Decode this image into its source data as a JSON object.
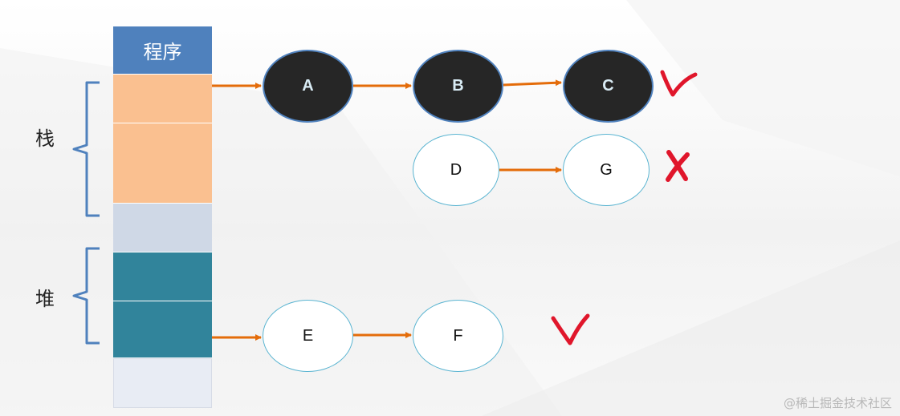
{
  "header_cell": {
    "label": "程序"
  },
  "brackets": {
    "stack_label": "栈",
    "heap_label": "堆"
  },
  "memory_cells": [
    {
      "name": "stack-cell-1",
      "color": "#fac090"
    },
    {
      "name": "stack-cell-2",
      "color": "#fac090"
    },
    {
      "name": "free-cell-1",
      "color": "#cfd8e6"
    },
    {
      "name": "heap-cell-1",
      "color": "#31849b"
    },
    {
      "name": "heap-cell-2",
      "color": "#31849b"
    },
    {
      "name": "free-cell-2",
      "color": "#e8ecf4"
    }
  ],
  "nodes": [
    {
      "id": "A",
      "label": "A",
      "reachable": true,
      "region": "stack"
    },
    {
      "id": "B",
      "label": "B",
      "reachable": true,
      "region": "stack"
    },
    {
      "id": "C",
      "label": "C",
      "reachable": true,
      "region": "stack"
    },
    {
      "id": "D",
      "label": "D",
      "reachable": false,
      "region": "stack"
    },
    {
      "id": "G",
      "label": "G",
      "reachable": false,
      "region": "stack"
    },
    {
      "id": "E",
      "label": "E",
      "reachable": false,
      "region": "heap"
    },
    {
      "id": "F",
      "label": "F",
      "reachable": false,
      "region": "heap"
    }
  ],
  "edges": [
    {
      "from": "stack-cell-1",
      "to": "A"
    },
    {
      "from": "A",
      "to": "B"
    },
    {
      "from": "B",
      "to": "C"
    },
    {
      "from": "D",
      "to": "G"
    },
    {
      "from": "heap-cell-2",
      "to": "E"
    },
    {
      "from": "E",
      "to": "F"
    }
  ],
  "marks": [
    {
      "row": "A-B-C",
      "symbol": "check-mark"
    },
    {
      "row": "D-G",
      "symbol": "cross-mark"
    },
    {
      "row": "E-F",
      "symbol": "check-mark"
    }
  ],
  "colors": {
    "arrow": "#e46c0a",
    "mark": "#e0162b",
    "bracket": "#4f81bd"
  },
  "watermark": "@稀土掘金技术社区"
}
